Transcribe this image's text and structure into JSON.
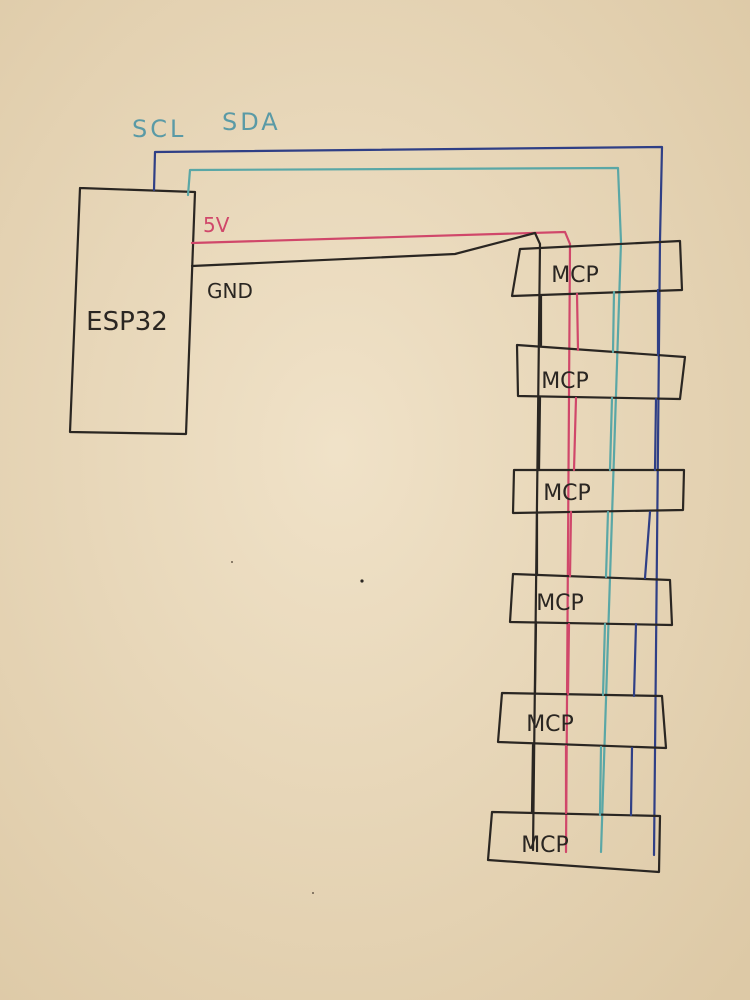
{
  "diagram": {
    "labels": {
      "scl": "SCL",
      "sda": "SDA",
      "fivev": "5V",
      "gnd": "GND"
    },
    "controller": {
      "label": "ESP32"
    },
    "expanders": [
      {
        "label": "MCP"
      },
      {
        "label": "MCP"
      },
      {
        "label": "MCP"
      },
      {
        "label": "MCP"
      },
      {
        "label": "MCP"
      },
      {
        "label": "MCP"
      }
    ],
    "colors": {
      "paper": "#ecdcc0",
      "ink_black": "#2a2622",
      "wire_scl": "#2f3f86",
      "wire_sda": "#5aa7a6",
      "wire_5v": "#d0476a",
      "wire_gnd": "#2a2622",
      "label_scl_sda": "#5a9aa6",
      "label_5v": "#d0476a"
    }
  }
}
